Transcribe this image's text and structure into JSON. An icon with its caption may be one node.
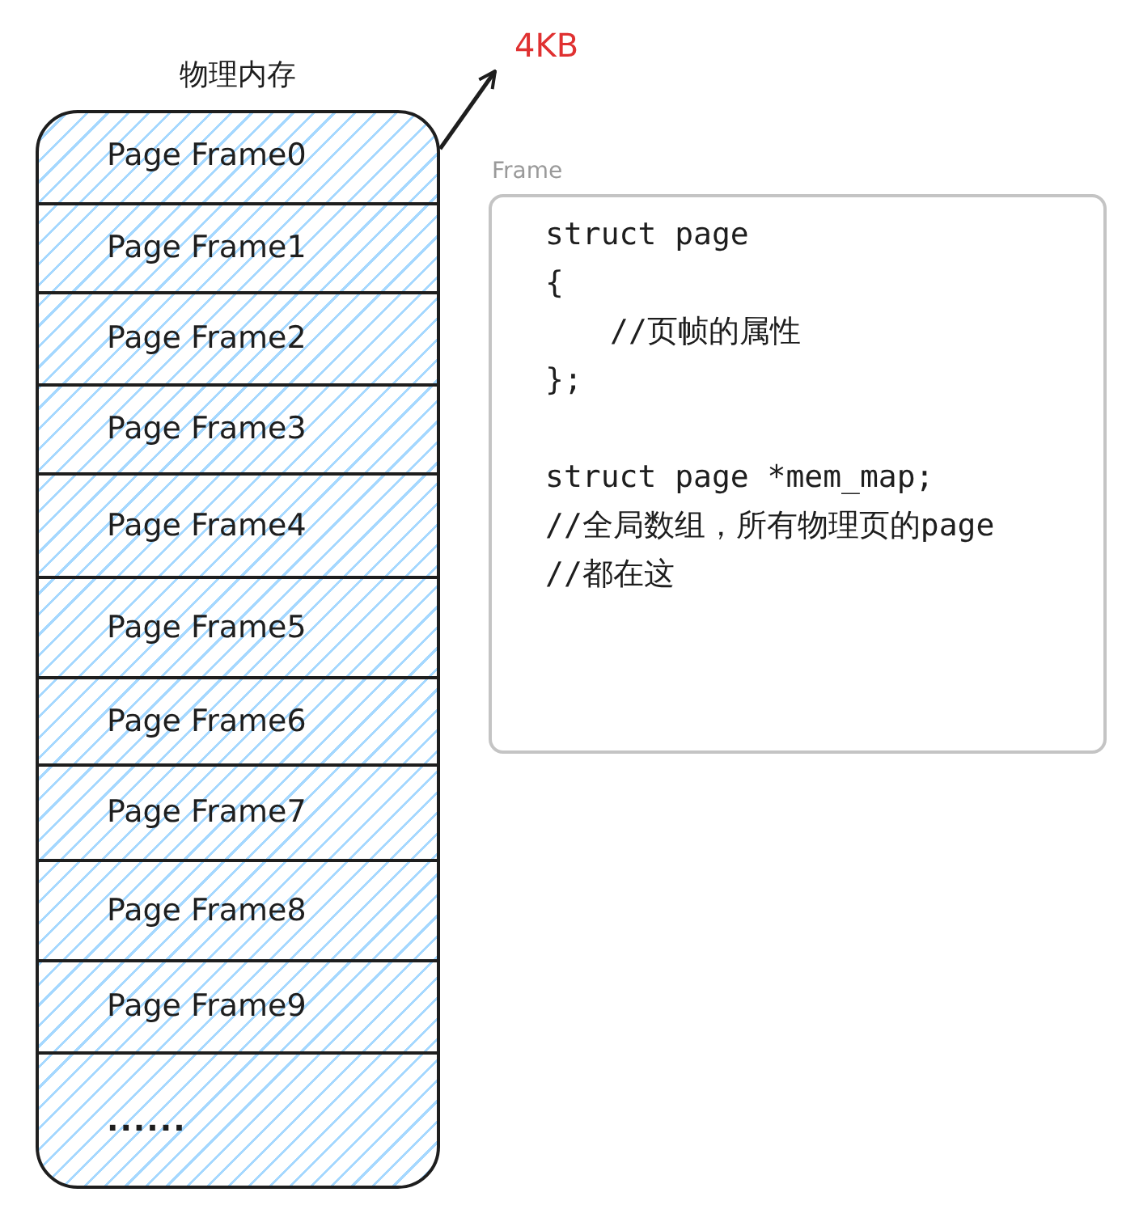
{
  "diagram": {
    "nodes": [
      {
        "text": [
          "物理内存"
        ]
      },
      {
        "text": [
          "Page Frame0"
        ],
        "in": 0
      },
      {
        "text": [
          "Page Frame1"
        ],
        "in": 0
      },
      {
        "text": [
          "Page Frame2"
        ],
        "in": 0
      },
      {
        "text": [
          "Page Frame3"
        ],
        "in": 0
      },
      {
        "text": [
          "Page Frame4"
        ],
        "in": 0
      },
      {
        "text": [
          "Page Frame5"
        ],
        "in": 0
      },
      {
        "text": [
          "Page Frame6"
        ],
        "in": 0
      },
      {
        "text": [
          "Page Frame7"
        ],
        "in": 0
      },
      {
        "text": [
          "Page Frame8"
        ],
        "in": 0
      },
      {
        "text": [
          "Page Frame9"
        ],
        "in": 0
      },
      {
        "text": [
          "......"
        ],
        "in": 0
      },
      {
        "text": [
          "4KB"
        ]
      },
      {
        "text": [
          "Frame",
          "struct page",
          "{",
          "//页帧的属性",
          "};",
          "struct page *mem_map;",
          "//全局数组，所有物理页的page",
          "//都在这"
        ]
      }
    ],
    "edges": [
      {
        "from": 1,
        "to": 12,
        "arrow": "to"
      }
    ]
  }
}
